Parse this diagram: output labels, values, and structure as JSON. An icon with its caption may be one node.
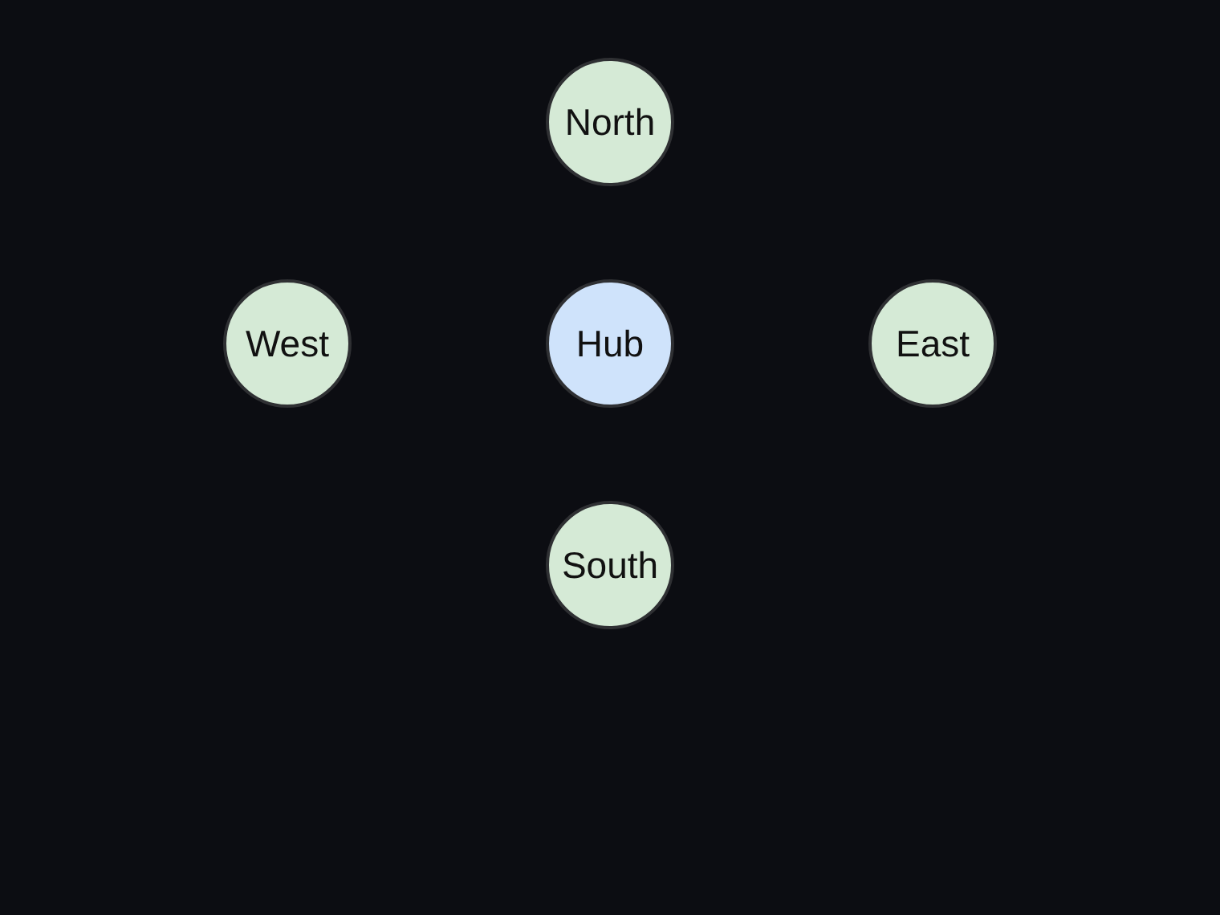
{
  "diagram": {
    "nodes": [
      {
        "text": [
          "North"
        ]
      },
      {
        "text": [
          "West"
        ]
      },
      {
        "text": [
          "Hub"
        ]
      },
      {
        "text": [
          "East"
        ]
      },
      {
        "text": [
          "South"
        ]
      }
    ]
  }
}
